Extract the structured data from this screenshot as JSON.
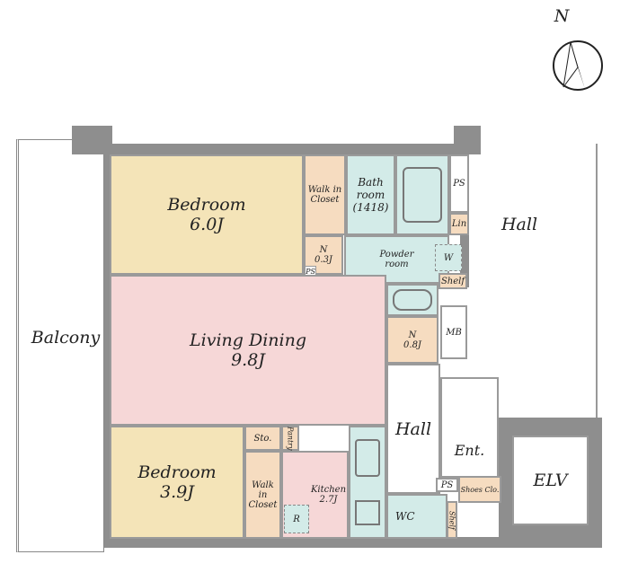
{
  "compass": {
    "label": "N"
  },
  "rooms": {
    "bedroom1": {
      "name": "Bedroom",
      "size": "6.0J"
    },
    "walkin1": {
      "name": "Walk in Closet"
    },
    "n1": {
      "name": "N",
      "size": "0.3J"
    },
    "ps_small": "PS",
    "bath": {
      "name": "Bath room",
      "size": "(1418)"
    },
    "ps1": "PS",
    "lin": "Lin",
    "powder": {
      "name": "Powder room"
    },
    "w": "W",
    "shelf1": "Shelf",
    "hall_right": "Hall",
    "mb": "MB",
    "living": {
      "name": "Living Dining",
      "size": "9.8J"
    },
    "n2": {
      "name": "N",
      "size": "0.8J"
    },
    "balcony": "Balcony",
    "hall": "Hall",
    "sto": "Sto.",
    "pantry": "Pantry",
    "bedroom2": {
      "name": "Bedroom",
      "size": "3.9J"
    },
    "walkin2": {
      "name": "Walk in Closet"
    },
    "kitchen": {
      "name": "Kitchen",
      "size": "2.7J"
    },
    "r": "R",
    "ent": "Ent.",
    "ps2": "PS",
    "shoes": "Shoes Clo.",
    "wc": "WC",
    "shelf2": "Shelf",
    "elv": "ELV"
  }
}
